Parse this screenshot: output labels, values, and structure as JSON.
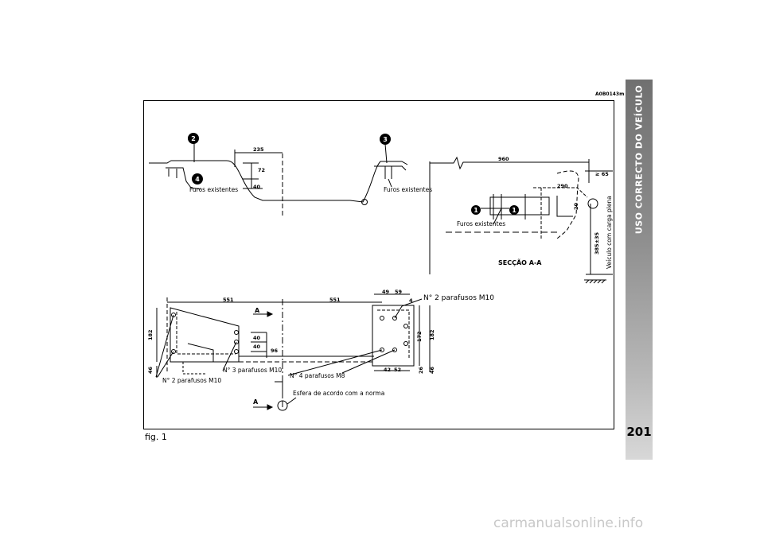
{
  "figure_code": "A0B0143m",
  "figure_caption": "fig. 1",
  "chapter_tab": {
    "title": "USO CORRECTO DO VEÍCULO",
    "page_number": "201"
  },
  "side_view": {
    "callouts": [
      "2",
      "4",
      "3"
    ],
    "label_left": "Furos existentes",
    "label_right": "Furos existentes",
    "dimensions": [
      "235",
      "72",
      "40"
    ]
  },
  "section_view": {
    "title": "SECÇÃO A-A",
    "label_holes": "Furos existentes",
    "callouts": [
      "1",
      "1"
    ],
    "dimensions": [
      "960",
      "≥ 65",
      "290",
      "20",
      "385±35"
    ],
    "vertical_note": "Veículo com carga plena"
  },
  "plan_view": {
    "dimensions": [
      "551",
      "551",
      "182",
      "46",
      "40",
      "40",
      "96",
      "49",
      "59",
      "4",
      "172",
      "182",
      "42",
      "52",
      "26",
      "46"
    ],
    "section_marker": "A",
    "notes": {
      "top_right": "N° 2 parafusos M10",
      "bottom_left": "N° 2 parafusos M10",
      "mid": "N° 3 parafusos M10",
      "center": "N° 4 parafusos M8",
      "ball": "Esfera de acordo com a norma"
    }
  },
  "watermark": "carmanualsonline.info",
  "colors": {
    "tab_dark": "#707070",
    "tab_light": "#d8d8d8",
    "callout_fill": "#000000",
    "watermark": "#c8c8c8"
  }
}
